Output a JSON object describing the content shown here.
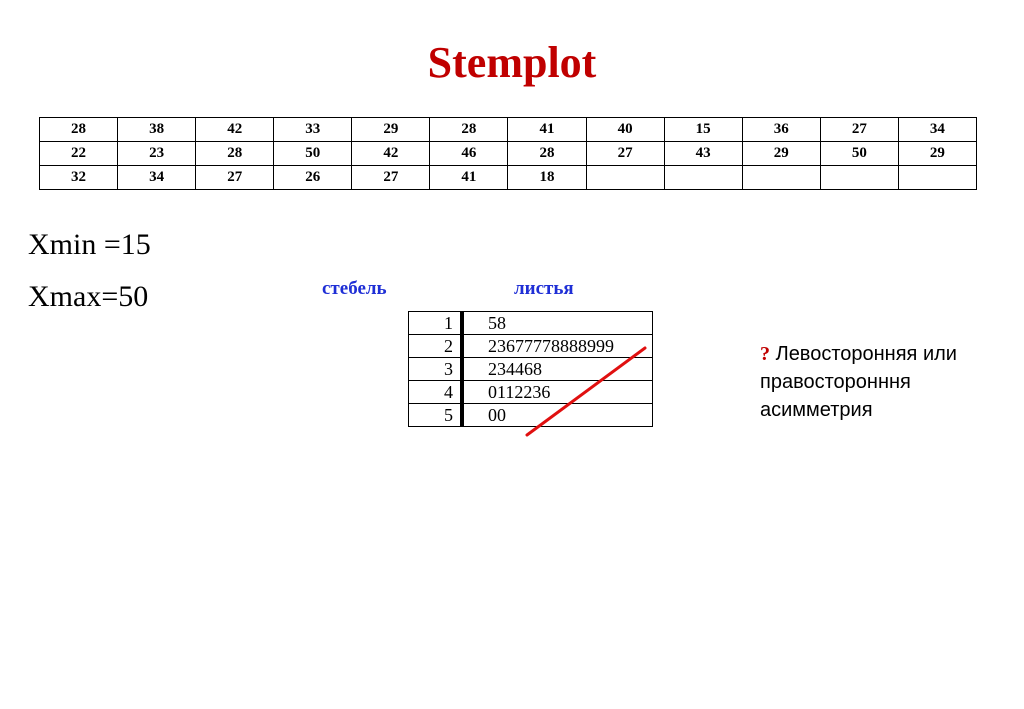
{
  "title": "Stemplot",
  "data_table": {
    "rows": [
      [
        "28",
        "38",
        "42",
        "33",
        "29",
        "28",
        "41",
        "40",
        "15",
        "36",
        "27",
        "34"
      ],
      [
        "22",
        "23",
        "28",
        "50",
        "42",
        "46",
        "28",
        "27",
        "43",
        "29",
        "50",
        "29"
      ],
      [
        "32",
        "34",
        "27",
        "26",
        "27",
        "41",
        "18",
        "",
        "",
        "",
        "",
        ""
      ]
    ]
  },
  "stats": {
    "xmin": "Xmin =15",
    "xmax": "Xmax=50"
  },
  "stem_plot": {
    "stem_header": "стебель",
    "leaf_header": "листья",
    "rows": [
      {
        "stem": "1",
        "leaves": "58"
      },
      {
        "stem": "2",
        "leaves": "23677778888999"
      },
      {
        "stem": "3",
        "leaves": "234468"
      },
      {
        "stem": "4",
        "leaves": "0112236"
      },
      {
        "stem": "5",
        "leaves": "00"
      }
    ]
  },
  "question": {
    "mark": "?",
    "text": "Левосторонняя или правосторонння асимметрия"
  },
  "colors": {
    "title": "#c00000",
    "header": "#1f2fd6",
    "diagonal": "#e01010"
  }
}
